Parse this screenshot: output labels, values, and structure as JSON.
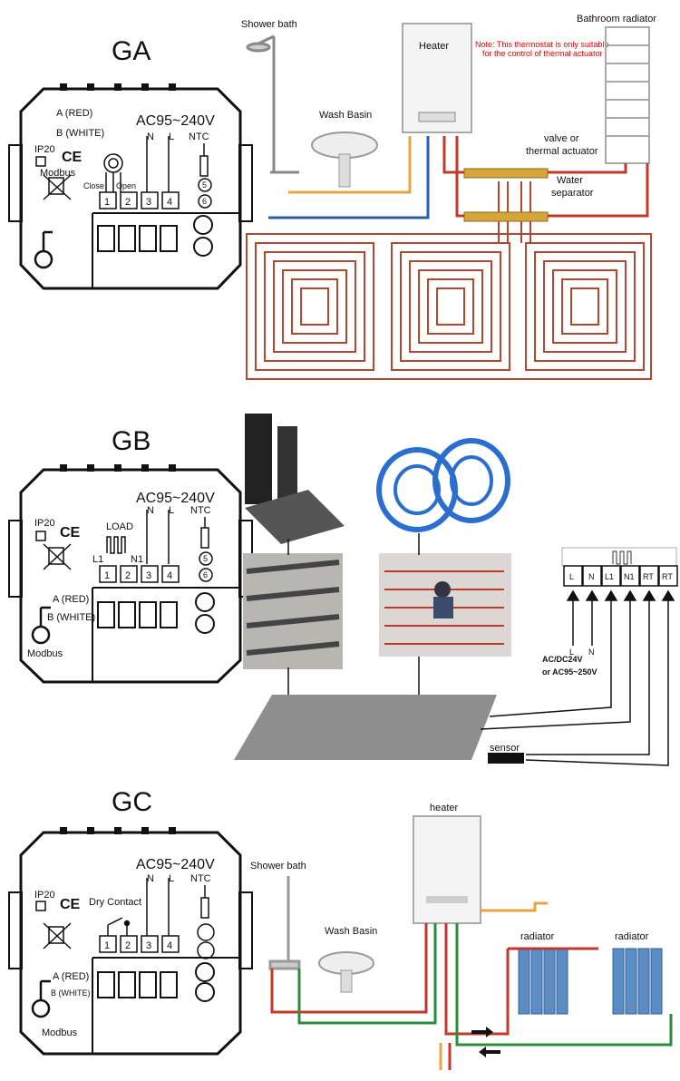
{
  "sections": {
    "ga": {
      "title": "GA",
      "wire_a": "A (RED)",
      "wire_b": "B (WHITE)",
      "voltage": "AC95~240V",
      "n": "N",
      "l": "L",
      "ntc": "NTC",
      "ip": "IP20",
      "ce": "CE",
      "modbus": "Modbus",
      "close": "Close",
      "open": "Open",
      "terminals": [
        "1",
        "2",
        "3",
        "4"
      ],
      "ntc_terminals": [
        "5",
        "6"
      ],
      "labels": {
        "shower": "Shower bath",
        "basin": "Wash Basin",
        "heater": "Heater",
        "note": "Note: This thermostat is only suitable",
        "note2": "for the control of thermal actuator",
        "radiator": "Bathroom radiator",
        "valve": "valve or",
        "actuator": "thermal actuator",
        "separator1": "Water",
        "separator2": "separator"
      }
    },
    "gb": {
      "title": "GB",
      "voltage": "AC95~240V",
      "n": "N",
      "l": "L",
      "ntc": "NTC",
      "ip": "IP20",
      "ce": "CE",
      "load": "LOAD",
      "l1": "L1",
      "n1": "N1",
      "wire_a": "A (RED)",
      "wire_b": "B (WHITE)",
      "modbus": "Modbus",
      "terminals": [
        "1",
        "2",
        "3",
        "4"
      ],
      "ntc_terminals": [
        "5",
        "6"
      ],
      "block": [
        "L",
        "N",
        "L1",
        "N1",
        "RT",
        "RT"
      ],
      "wire_l": "L",
      "wire_n": "N",
      "supply1": "AC/DC24V",
      "supply2": "or  AC95~250V",
      "sensor": "sensor"
    },
    "gc": {
      "title": "GC",
      "voltage": "AC95~240V",
      "n": "N",
      "l": "L",
      "ntc": "NTC",
      "ip": "IP20",
      "ce": "CE",
      "dry": "Dry Contact",
      "wire_a": "A (RED)",
      "wire_b": "B (WHITE)",
      "modbus": "Modbus",
      "terminals": [
        "1",
        "2",
        "3",
        "4"
      ],
      "labels": {
        "heater": "heater",
        "shower": "Shower bath",
        "basin": "Wash Basin",
        "radiator1": "radiator",
        "radiator2": "radiator"
      }
    }
  },
  "colors": {
    "hot": "#c0392b",
    "cold": "#2a5cb8",
    "return": "#e8a33c",
    "green": "#2e8b3a",
    "pipe_red": "#b5472c",
    "note_red": "#e00000"
  }
}
